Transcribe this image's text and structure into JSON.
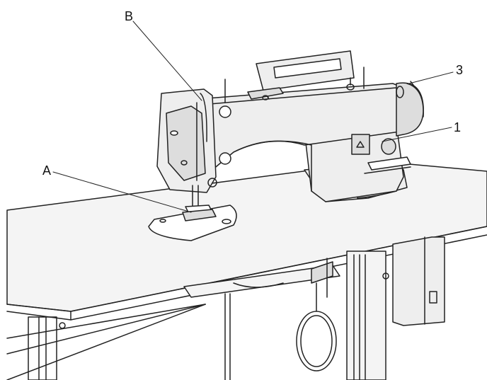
{
  "callouts": {
    "B": "B",
    "three": "3",
    "one": "1",
    "A": "A"
  },
  "colors": {
    "line": "#222222",
    "machine_fill": "#eeeeee",
    "table_fill": "#f4f4f4",
    "panel_fill": "#dddddd"
  }
}
